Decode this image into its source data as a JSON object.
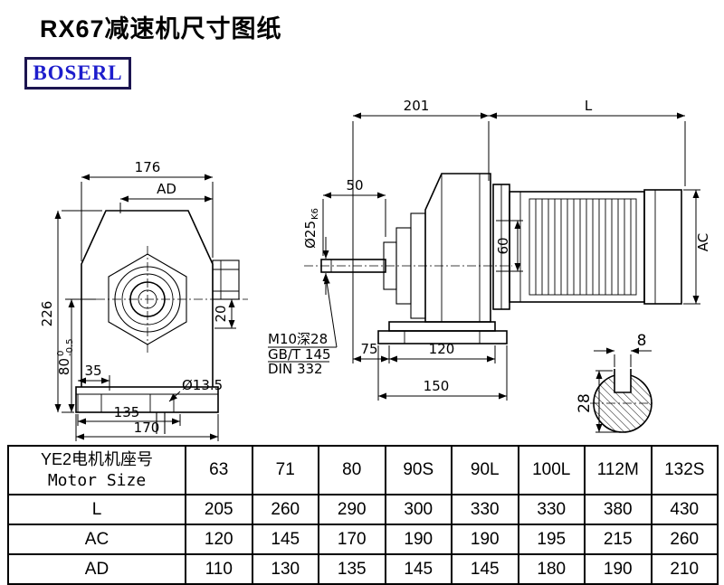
{
  "page": {
    "title": "RX67减速机尺寸图纸",
    "brand": "BOSERL"
  },
  "front_view": {
    "width": "176",
    "ad": "AD",
    "height": "226",
    "dim80": "80",
    "dim80_tol_up": "0",
    "dim80_tol_dn": "-0.5",
    "dim35": "35",
    "dim135": "135",
    "dim170": "170",
    "dim20": "20",
    "hole": "Ø13.5"
  },
  "side_view": {
    "dim201": "201",
    "dimL": "L",
    "dim50": "50",
    "shaft_dia": "Ø25",
    "shaft_fit": "K6",
    "dim60": "60",
    "ac": "AC",
    "note1": "M10深28",
    "note2": "GB/T 145",
    "note3": "DIN 332",
    "dim75": "75",
    "dim120": "120",
    "dim150": "150"
  },
  "shaft_view": {
    "key_width": "8",
    "key_height": "28"
  },
  "table": {
    "header": {
      "line1": "YE2电机机座号",
      "line2": "Motor Size",
      "sizes": [
        "63",
        "71",
        "80",
        "90S",
        "90L",
        "100L",
        "112M",
        "132S"
      ]
    },
    "rows": [
      {
        "label": "L",
        "values": [
          "205",
          "260",
          "290",
          "300",
          "330",
          "330",
          "380",
          "430"
        ]
      },
      {
        "label": "AC",
        "values": [
          "120",
          "145",
          "170",
          "190",
          "190",
          "195",
          "215",
          "260"
        ]
      },
      {
        "label": "AD",
        "values": [
          "110",
          "130",
          "135",
          "145",
          "145",
          "180",
          "190",
          "210"
        ]
      }
    ]
  }
}
